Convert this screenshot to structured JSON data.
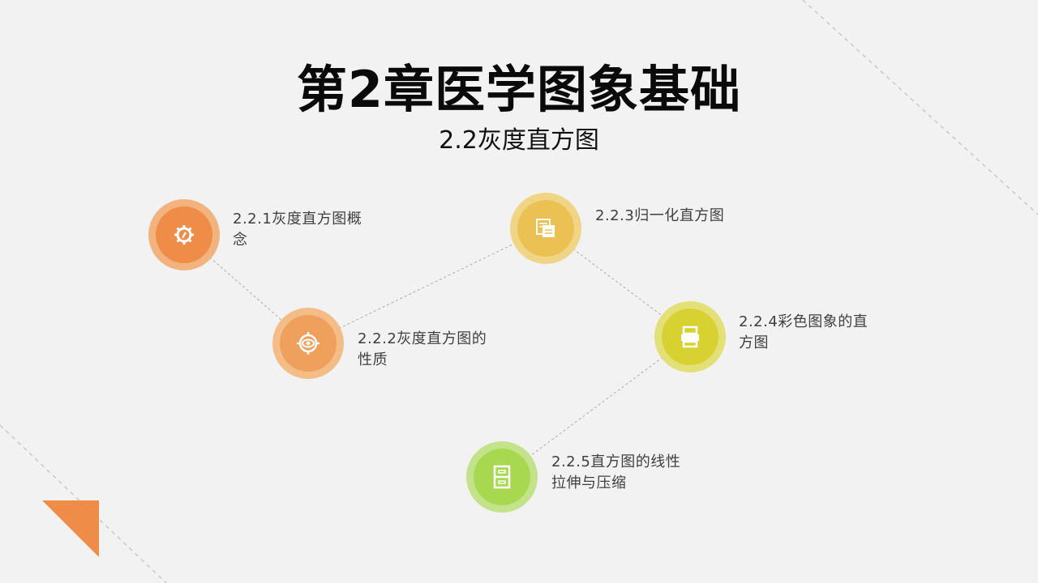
{
  "slide": {
    "title": "第2章医学图象基础",
    "subtitle": "2.2灰度直方图"
  },
  "topics": [
    {
      "line1": "2.2.1灰度直方图概",
      "line2": "念",
      "icon": "gear-hand-icon",
      "color": "#ee8c48"
    },
    {
      "line1": "2.2.2灰度直方图的",
      "line2": "性质",
      "icon": "target-eye-icon",
      "color": "#efa05c"
    },
    {
      "line1": "2.2.3归一化直方图",
      "line2": "",
      "icon": "documents-icon",
      "color": "#ecc154"
    },
    {
      "line1": "2.2.4彩色图象的直",
      "line2": "方图",
      "icon": "printer-icon",
      "color": "#d7d232"
    },
    {
      "line1": "2.2.5直方图的线性",
      "line2": "拉伸与压缩",
      "icon": "cabinet-icon",
      "color": "#a8d850"
    }
  ],
  "colors": {
    "accent": "#ee8c48",
    "background": "#f2f2f2"
  }
}
